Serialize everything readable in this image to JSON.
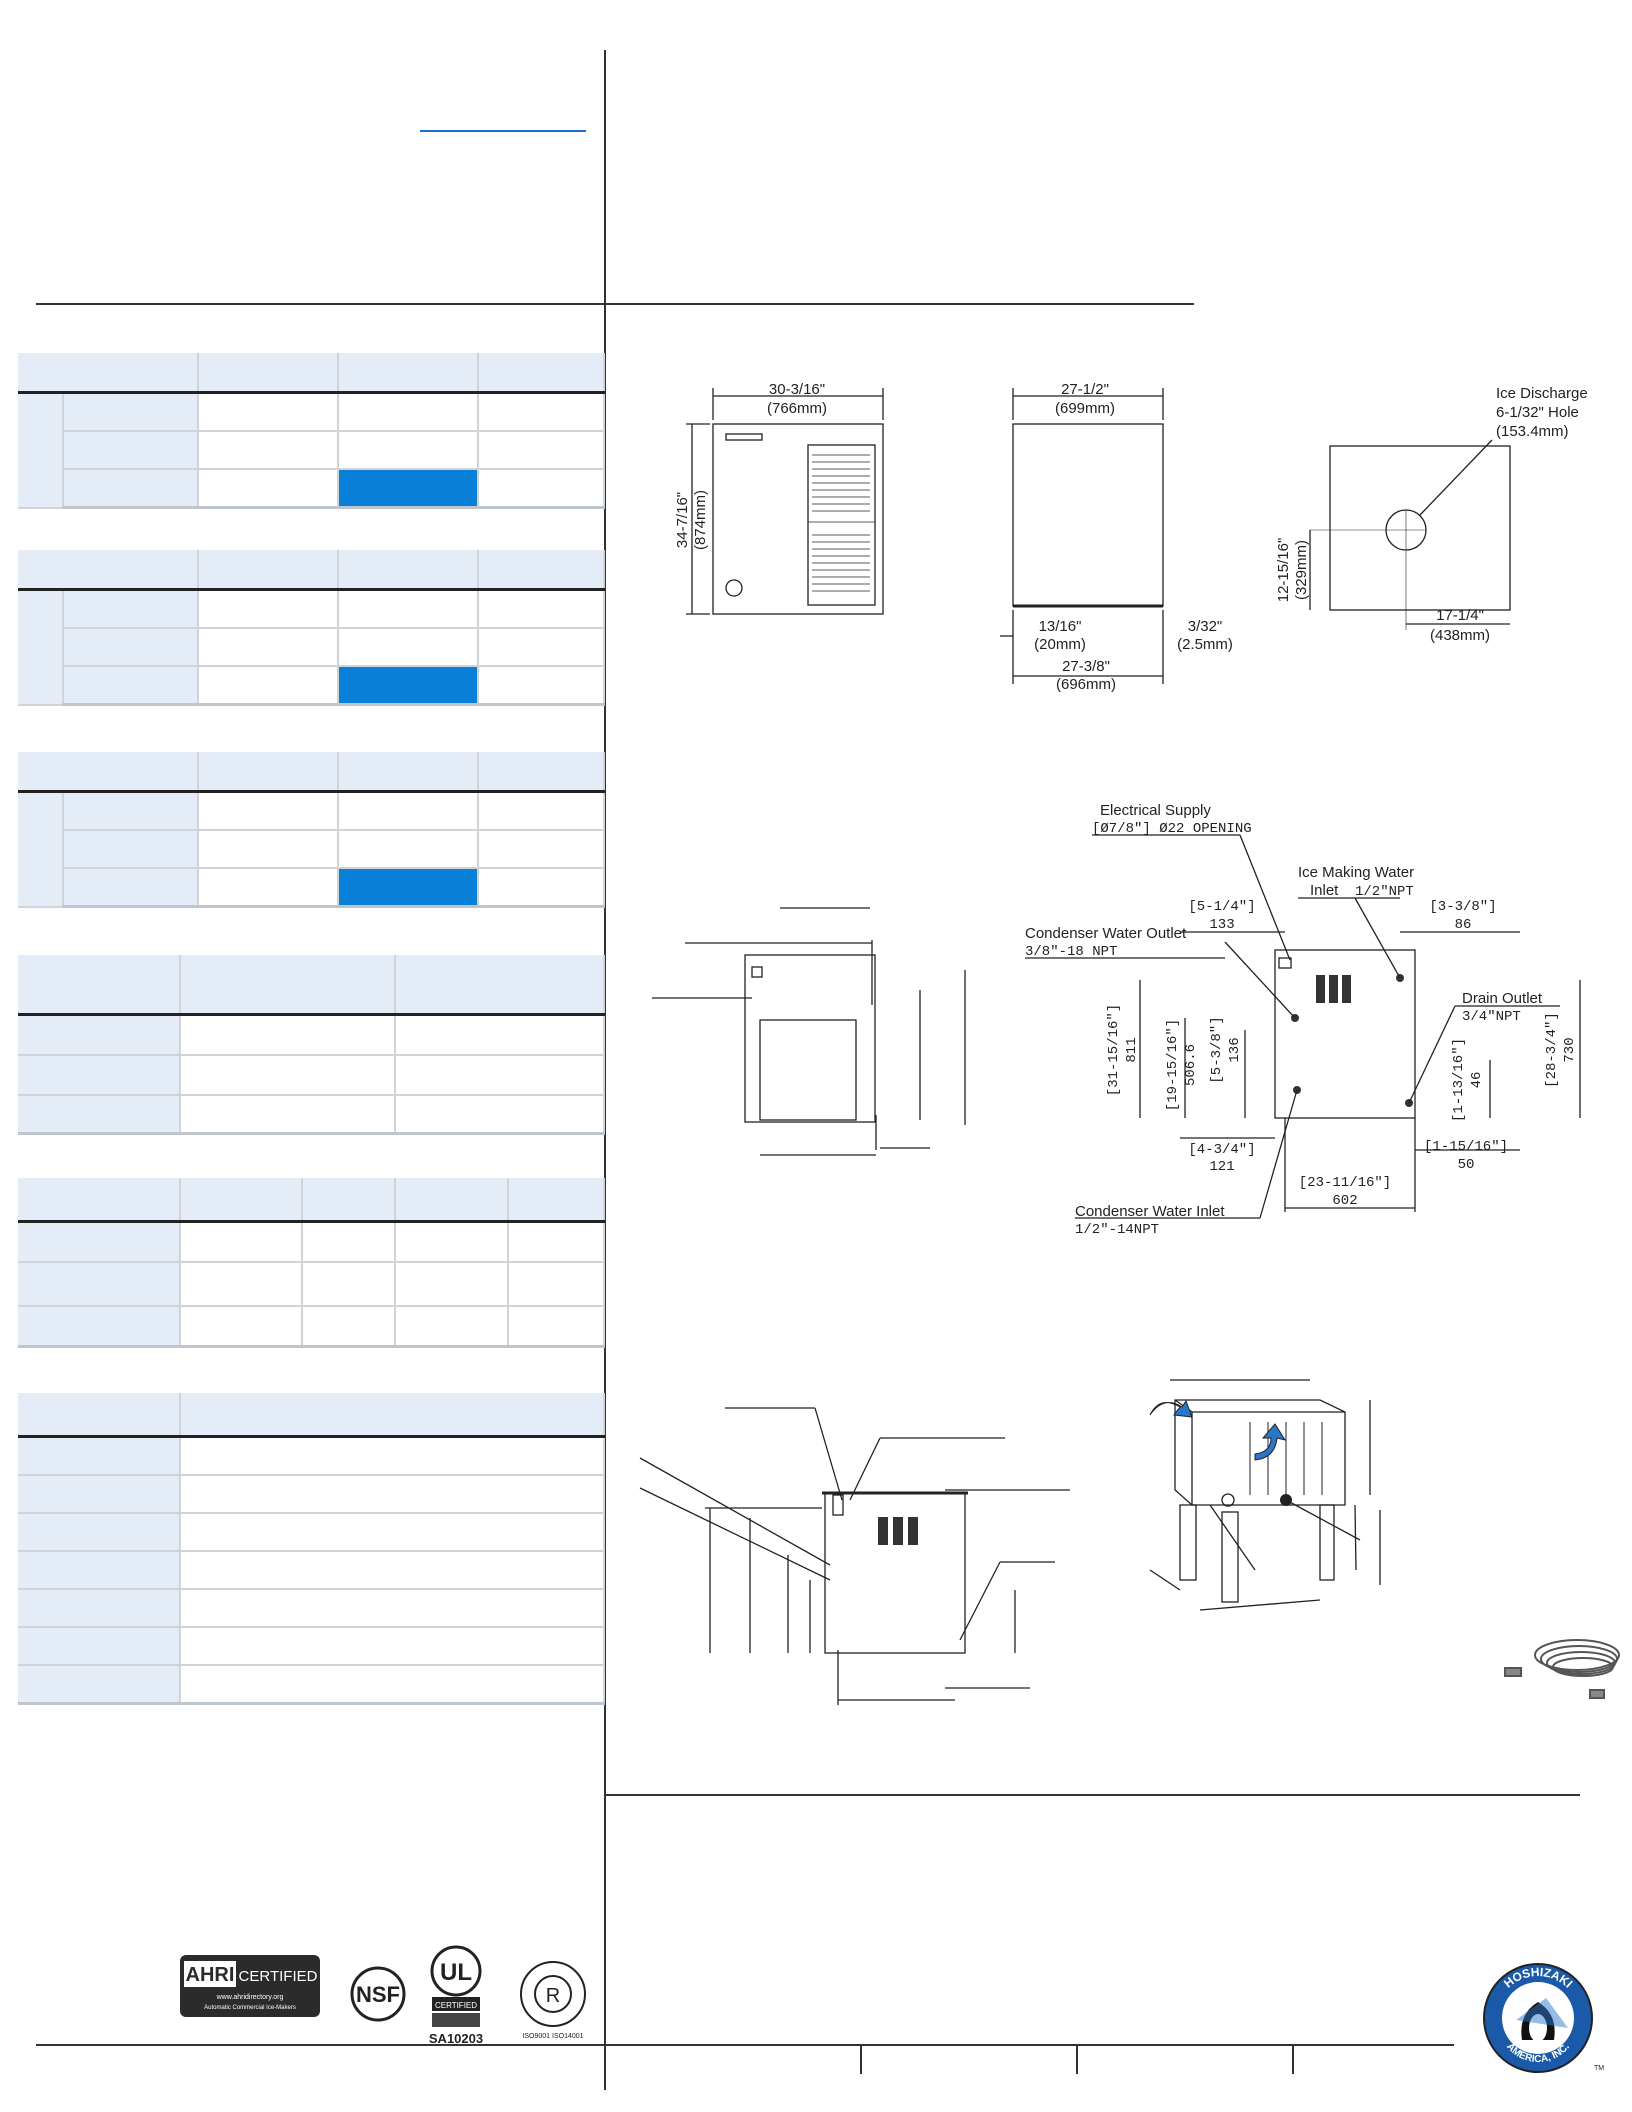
{
  "front_view": {
    "width_in": "30-3/16\"",
    "width_mm": "(766mm)",
    "height_in": "34-7/16\"",
    "height_mm": "(874mm)"
  },
  "side_view": {
    "depth_in": "27-1/2\"",
    "depth_mm": "(699mm)",
    "offset_in": "13/16\"",
    "offset_mm": "(20mm)",
    "lip_in": "3/32\"",
    "lip_mm": "(2.5mm)",
    "base_in": "27-3/8\"",
    "base_mm": "(696mm)"
  },
  "top_view": {
    "label_line1": "Ice Discharge",
    "label_line2": "6-1/32\" Hole",
    "label_line3": "(153.4mm)",
    "depth_in": "12-15/16\"",
    "depth_mm": "(329mm)",
    "width_in": "17-1/4\"",
    "width_mm": "(438mm)"
  },
  "rear_view": {
    "electrical_supply": "Electrical Supply",
    "electrical_opening": "[Ø7/8\"] Ø22 OPENING",
    "ice_water": "Ice Making Water",
    "ice_water_inlet": "Inlet",
    "ice_water_npt": "1/2\"NPT",
    "dim_a_in": "[5-1/4\"]",
    "dim_a_mm": "133",
    "dim_b_in": "[3-3/8\"]",
    "dim_b_mm": "86",
    "cond_outlet": "Condenser Water Outlet",
    "cond_outlet_npt": "3/8\"-18 NPT",
    "drain": "Drain Outlet",
    "drain_npt": "3/4\"NPT",
    "v1_in": "[31-15/16\"]",
    "v1_mm": "811",
    "v2_in": "[19-15/16\"]",
    "v2_mm": "506.6",
    "v3_in": "[5-3/8\"]",
    "v3_mm": "136",
    "v4_in": "[1-13/16\"]",
    "v4_mm": "46",
    "v5_in": "[28-3/4\"]",
    "v5_mm": "730",
    "h1_in": "[4-3/4\"]",
    "h1_mm": "121",
    "h2_in": "[1-15/16\"]",
    "h2_mm": "50",
    "h3_in": "[23-11/16\"]",
    "h3_mm": "602",
    "cond_inlet": "Condenser Water Inlet",
    "cond_inlet_npt": "1/2\"-14NPT"
  },
  "colors": {
    "highlight": "#0a7fd8",
    "header": "#e4ecf8",
    "rule": "#222222"
  },
  "logo_text": "HOSHIZAKI AMERICA, INC.",
  "badges": [
    "AHRI CERTIFIED",
    "NSF",
    "UL CERTIFIED SA10203",
    "ISO9001 ISO14001"
  ]
}
